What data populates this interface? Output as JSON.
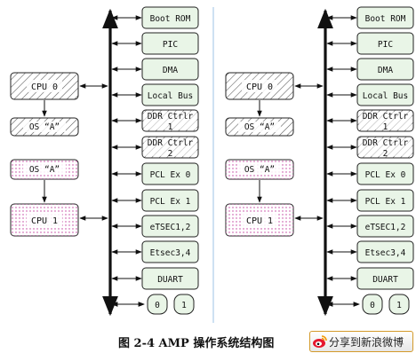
{
  "panels": [
    {
      "cpu_top": "CPU 0",
      "os_top": "OS “A”",
      "os_bottom": "OS “A”",
      "cpu_bottom": "CPU 1",
      "devices": [
        "Boot ROM",
        "PIC",
        "DMA",
        "Local Bus",
        "DDR Ctrlr\n1",
        "DDR Ctrlr\n2",
        "PCL Ex 0",
        "PCL Ex 1",
        "eTSEC1,2",
        "Etsec3,4",
        "DUART"
      ],
      "ports": [
        "0",
        "1"
      ]
    },
    {
      "cpu_top": "CPU 0",
      "os_top": "OS “A”",
      "os_bottom": "OS “A”",
      "cpu_bottom": "CPU 1",
      "devices": [
        "Boot ROM",
        "PIC",
        "DMA",
        "Local Bus",
        "DDR Ctrlr\n1",
        "DDR Ctrlr\n2",
        "PCL Ex 0",
        "PCL Ex 1",
        "eTSEC1,2",
        "Etsec3,4",
        "DUART"
      ],
      "ports": [
        "0",
        "1"
      ]
    }
  ],
  "caption": "图 2-4 AMP 操作系统结构图",
  "share": {
    "label": "分享到新浪微博",
    "icon": "weibo-icon"
  },
  "colors": {
    "device_fill": "#e9f5e7",
    "hatch_line": "#444444",
    "dot_color": "#c0389a",
    "divider": "#9ec3e6",
    "share_border": "#d39a2a"
  }
}
